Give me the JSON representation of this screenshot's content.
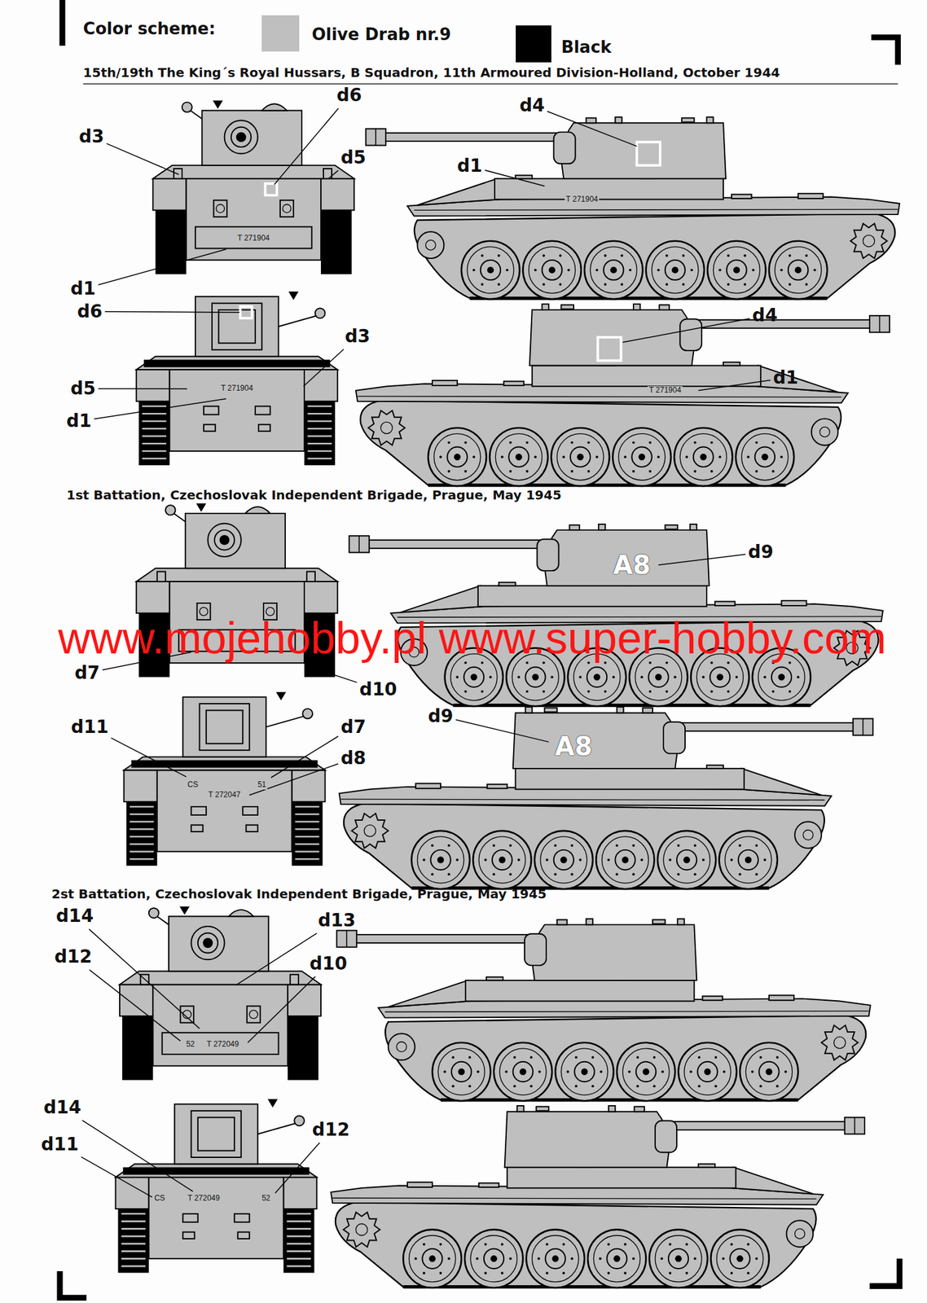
{
  "diagram": {
    "title": "Color scheme:",
    "labels": [
      "15th/19th The King´s Royal Hussars, B Squadron, 11th Armoured Division-Holland, October 1944",
      "d6",
      "d4",
      "d3",
      "d5",
      "d1",
      "T 271904",
      "T 271904",
      "d1",
      "d6",
      "d4",
      "d3",
      "d1",
      "d5",
      "T 271904",
      "T 271904",
      "d1",
      "1st Battation, Czechoslovak Independent Brigade, Prague, May 1945",
      "d9",
      "A8",
      "www.mojehobby.pl www.super-hobby.com",
      "d7",
      "d10",
      "d9",
      "d11",
      "d7",
      "A8",
      "d8",
      "CS",
      "51",
      "T 272047",
      "2st Battation, Czechoslovak Independent Brigade, Prague, May 1945",
      "d14",
      "d13",
      "d12",
      "d10",
      "52",
      "T 272049",
      "d14",
      "d12",
      "d11",
      "CS",
      "T 272049",
      "52"
    ],
    "legend": [
      {
        "text": "Olive Drab nr.9",
        "color": "#bfbfbf"
      },
      {
        "text": "Black",
        "color": "#000000"
      }
    ]
  }
}
